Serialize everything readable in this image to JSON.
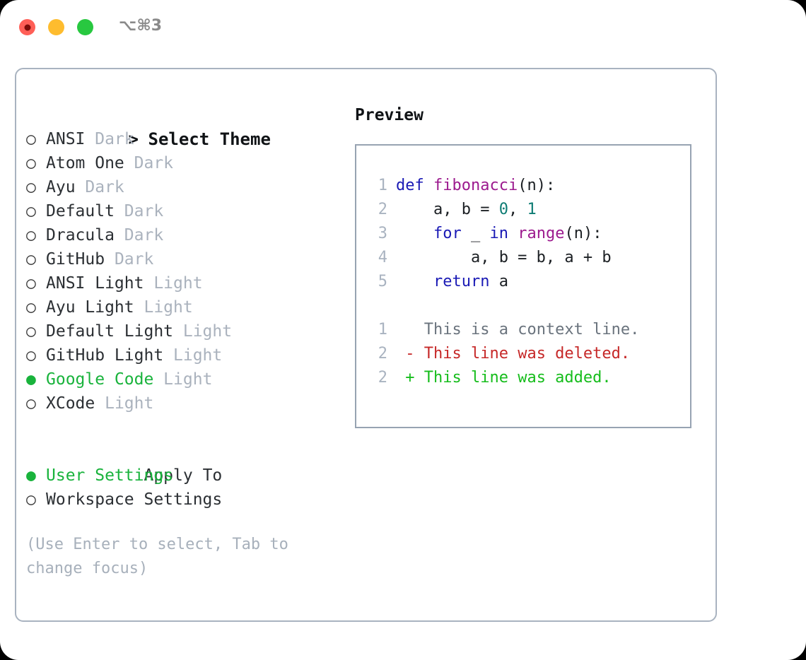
{
  "window": {
    "shortcut": "⌥⌘3",
    "traffic_lights": [
      "close-red",
      "minimize-yellow",
      "maximize-green"
    ]
  },
  "theme_list": {
    "header": {
      "prompt": ">",
      "title": "Select Theme"
    },
    "items": [
      {
        "marker": "○",
        "label": "ANSI",
        "suffix": "Dark",
        "selected": false
      },
      {
        "marker": "○",
        "label": "Atom One",
        "suffix": "Dark",
        "selected": false
      },
      {
        "marker": "○",
        "label": "Ayu",
        "suffix": "Dark",
        "selected": false
      },
      {
        "marker": "○",
        "label": "Default",
        "suffix": "Dark",
        "selected": false
      },
      {
        "marker": "○",
        "label": "Dracula",
        "suffix": "Dark",
        "selected": false
      },
      {
        "marker": "○",
        "label": "GitHub",
        "suffix": "Dark",
        "selected": false
      },
      {
        "marker": "○",
        "label": "ANSI Light",
        "suffix": "Light",
        "selected": false
      },
      {
        "marker": "○",
        "label": "Ayu Light",
        "suffix": "Light",
        "selected": false
      },
      {
        "marker": "○",
        "label": "Default Light",
        "suffix": "Light",
        "selected": false
      },
      {
        "marker": "○",
        "label": "GitHub Light",
        "suffix": "Light",
        "selected": false
      },
      {
        "marker": "●",
        "label": "Google Code",
        "suffix": "Light",
        "selected": true
      },
      {
        "marker": "○",
        "label": "XCode",
        "suffix": "Light",
        "selected": false
      }
    ]
  },
  "apply_to": {
    "title": "Apply To",
    "items": [
      {
        "marker": "●",
        "label": "User Settings",
        "selected": true
      },
      {
        "marker": "○",
        "label": "Workspace Settings",
        "selected": false
      }
    ]
  },
  "hint": "(Use Enter to select, Tab to change focus)",
  "preview": {
    "title": "Preview",
    "code_lines": [
      {
        "num": "1",
        "tokens": [
          {
            "t": "def",
            "c": "kw"
          },
          {
            "t": " ",
            "c": "plain"
          },
          {
            "t": "fibonacci",
            "c": "fn"
          },
          {
            "t": "(n):",
            "c": "plain"
          }
        ]
      },
      {
        "num": "2",
        "tokens": [
          {
            "t": "    a, b = ",
            "c": "plain"
          },
          {
            "t": "0",
            "c": "num"
          },
          {
            "t": ", ",
            "c": "plain"
          },
          {
            "t": "1",
            "c": "num"
          }
        ]
      },
      {
        "num": "3",
        "tokens": [
          {
            "t": "    ",
            "c": "plain"
          },
          {
            "t": "for",
            "c": "kw"
          },
          {
            "t": " _ ",
            "c": "plain"
          },
          {
            "t": "in",
            "c": "kw"
          },
          {
            "t": " ",
            "c": "plain"
          },
          {
            "t": "range",
            "c": "fn"
          },
          {
            "t": "(n):",
            "c": "plain"
          }
        ]
      },
      {
        "num": "4",
        "tokens": [
          {
            "t": "        a, b = b, a + b",
            "c": "plain"
          }
        ]
      },
      {
        "num": "5",
        "tokens": [
          {
            "t": "    ",
            "c": "plain"
          },
          {
            "t": "return",
            "c": "kw"
          },
          {
            "t": " a",
            "c": "plain"
          }
        ]
      }
    ],
    "diff_lines": [
      {
        "num": "1",
        "sign": " ",
        "text": "This is a context line.",
        "kind": "diff-ctx"
      },
      {
        "num": "2",
        "sign": "-",
        "text": "This line was deleted.",
        "kind": "diff-del"
      },
      {
        "num": "2",
        "sign": "+",
        "text": "This line was added.",
        "kind": "diff-add"
      }
    ]
  },
  "colors": {
    "accent_green": "#19b33c",
    "keyword_blue": "#1a1ab5",
    "function_purple": "#9c1a8e",
    "number_teal": "#0e7c74",
    "diff_deleted_red": "#c62828",
    "diff_added_green": "#16bd1c",
    "muted_gray": "#aab2bd",
    "border_gray": "#a9b3c0"
  }
}
